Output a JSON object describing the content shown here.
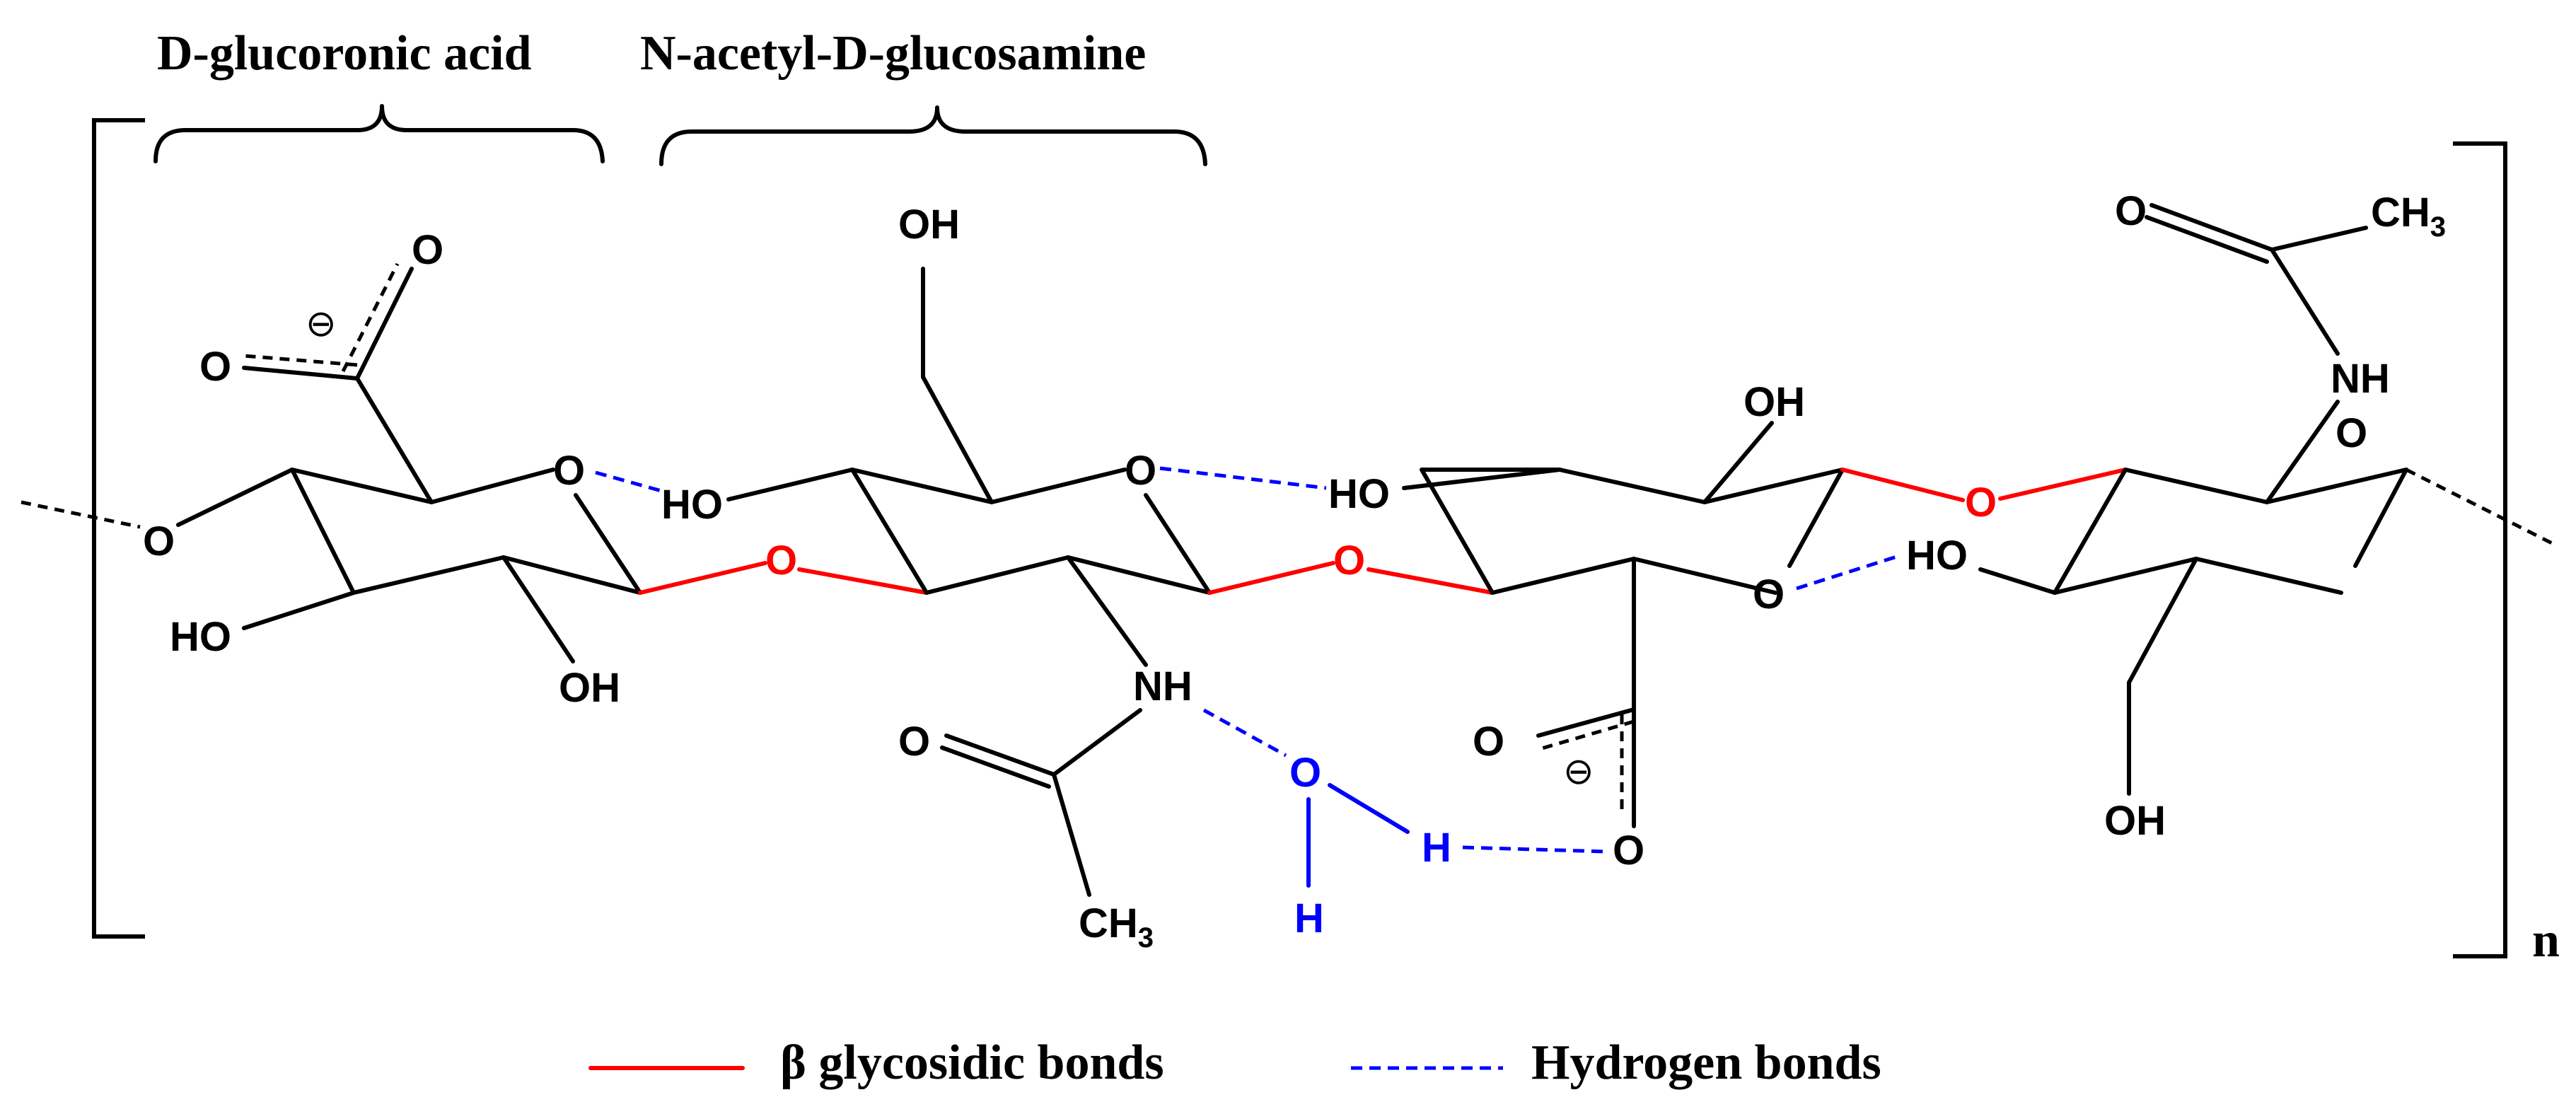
{
  "headings": {
    "glucuronic": "D-glucoronic acid",
    "glucosamine": "N-acetyl-D-glucosamine"
  },
  "atoms": {
    "O": "O",
    "OH": "OH",
    "HO": "HO",
    "NH": "NH",
    "H": "H",
    "CH": "CH",
    "three": "3",
    "charge": "⊖"
  },
  "repeat": "n",
  "legend": {
    "glycosidic": "β glycosidic bonds",
    "hydrogen": "Hydrogen bonds"
  },
  "colors": {
    "glycosidic": "#ff0000",
    "hydrogen": "#0000ff",
    "bond": "#000000"
  }
}
